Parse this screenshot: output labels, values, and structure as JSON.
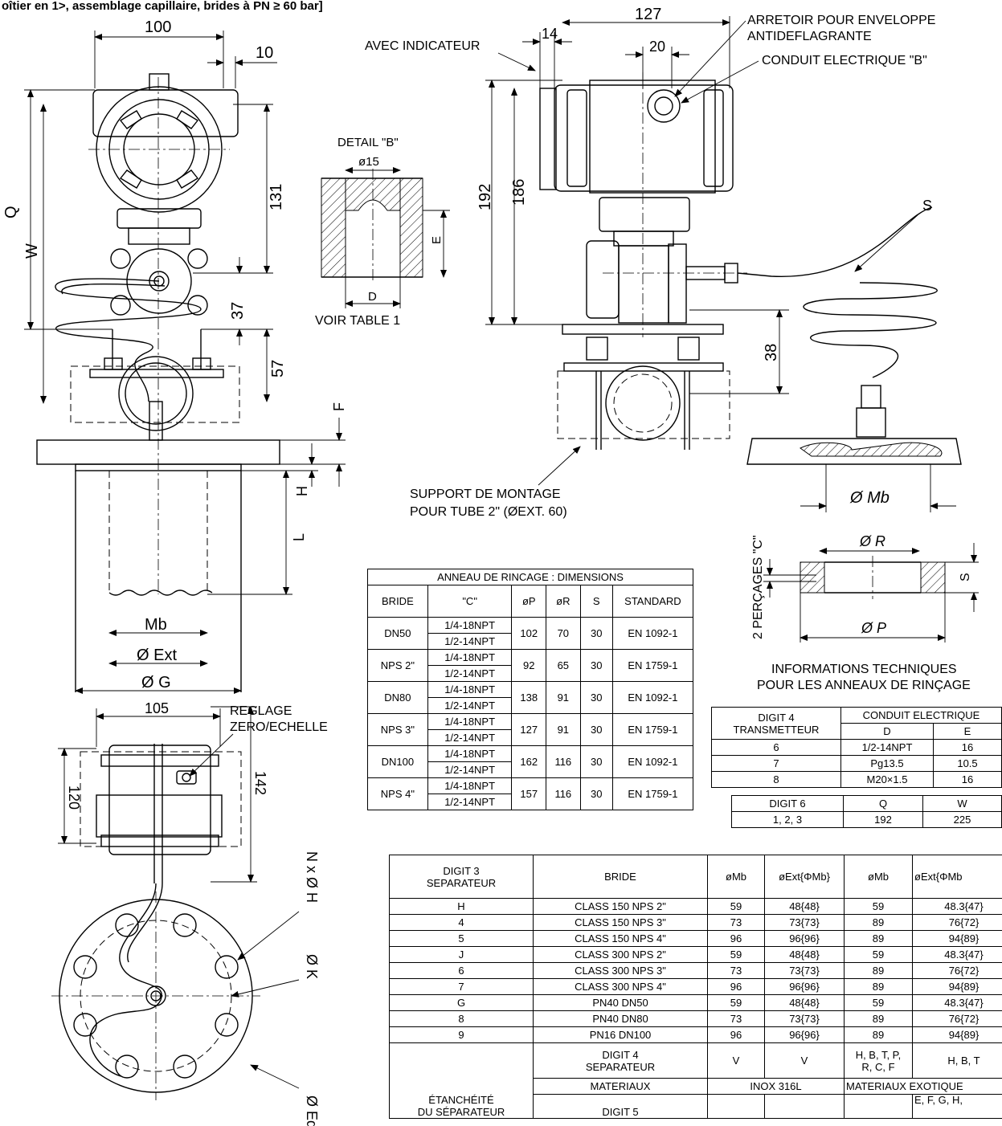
{
  "header": {
    "title": "oîtier en 1>, assemblage capillaire, brides à PN ≥ 60 bar]"
  },
  "dims_left": {
    "d100": "100",
    "d10": "10",
    "d131": "131",
    "d37": "37",
    "d57": "57",
    "Q": "Q",
    "W": "W",
    "F": "F",
    "H": "H",
    "L": "L",
    "Mb": "Mb",
    "Ext": "Ø Ext",
    "G": "Ø G"
  },
  "dims_center": {
    "avec_indicateur": "AVEC INDICATEUR",
    "d14": "14",
    "d127": "127",
    "d20": "20",
    "d192": "192",
    "d186": "186",
    "d38": "38",
    "S": "S",
    "PhiMb": "Ø Mb"
  },
  "callouts": {
    "arretoir_1": "ARRETOIR POUR ENVELOPPE",
    "arretoir_2": "ANTIDEFLAGRANTE",
    "conduit": "CONDUIT ELECTRIQUE \"B\"",
    "support_1": "SUPPORT DE MONTAGE",
    "support_2": "POUR TUBE 2\" (ØEXT. 60)",
    "reglage_1": "REGLAGE",
    "reglage_2": "ZERO/ECHELLE"
  },
  "detail": {
    "title": "DETAIL \"B\"",
    "d15": "ø15",
    "E": "E",
    "D": "D",
    "voir": "VOIR TABLE 1"
  },
  "ring": {
    "perc": "2 PERÇAGES \"C\"",
    "R": "Ø R",
    "P": "Ø P",
    "S": "S",
    "info_1": "INFORMATIONS TECHNIQUES",
    "info_2": "POUR LES ANNEAUX DE RINÇAGE"
  },
  "dims_bottom": {
    "d105": "105",
    "d120": "120",
    "d142": "142",
    "NxH": "N x Ø H",
    "K": "Ø K",
    "Ed": "Ø Ed"
  },
  "rinsing_table": {
    "title": "ANNEAU DE RINCAGE : DIMENSIONS",
    "headers": [
      "BRIDE",
      "\"C\"",
      "øP",
      "øR",
      "S",
      "STANDARD"
    ],
    "rows": [
      {
        "bride": "DN50",
        "c1": "1/4-18NPT",
        "c2": "1/2-14NPT",
        "p": "102",
        "r": "70",
        "s": "30",
        "std": "EN 1092-1"
      },
      {
        "bride": "NPS 2\"",
        "c1": "1/4-18NPT",
        "c2": "1/2-14NPT",
        "p": "92",
        "r": "65",
        "s": "30",
        "std": "EN 1759-1"
      },
      {
        "bride": "DN80",
        "c1": "1/4-18NPT",
        "c2": "1/2-14NPT",
        "p": "138",
        "r": "91",
        "s": "30",
        "std": "EN 1092-1"
      },
      {
        "bride": "NPS 3\"",
        "c1": "1/4-18NPT",
        "c2": "1/2-14NPT",
        "p": "127",
        "r": "91",
        "s": "30",
        "std": "EN 1759-1"
      },
      {
        "bride": "DN100",
        "c1": "1/4-18NPT",
        "c2": "1/2-14NPT",
        "p": "162",
        "r": "116",
        "s": "30",
        "std": "EN 1092-1"
      },
      {
        "bride": "NPS 4\"",
        "c1": "1/4-18NPT",
        "c2": "1/2-14NPT",
        "p": "157",
        "r": "116",
        "s": "30",
        "std": "EN 1759-1"
      }
    ]
  },
  "conduit_table": {
    "h_digit_1": "DIGIT 4",
    "h_digit_2": "TRANSMETTEUR",
    "h_conduit": "CONDUIT ELECTRIQUE",
    "h_d": "D",
    "h_e": "E",
    "rows": [
      {
        "digit": "6",
        "d": "1/2-14NPT",
        "e": "16"
      },
      {
        "digit": "7",
        "d": "Pg13.5",
        "e": "10.5"
      },
      {
        "digit": "8",
        "d": "M20×1.5",
        "e": "16"
      }
    ]
  },
  "qw_table": {
    "h_digit": "DIGIT 6",
    "h_q": "Q",
    "h_w": "W",
    "digit": "1, 2, 3",
    "q": "192",
    "w": "225"
  },
  "sep_table": {
    "h_digit_1": "DIGIT 3",
    "h_digit_2": "SEPARATEUR",
    "h_bride": "BRIDE",
    "h_mb1": "øMb",
    "h_ext1": "øExt{ΦMb}",
    "h_mb2": "øMb",
    "h_ext2": "øExt{ΦMb",
    "rows": [
      {
        "d": "H",
        "b": "CLASS 150 NPS 2\"",
        "m1": "59",
        "e1": "48{48}",
        "m2": "59",
        "e2": "48.3{47}"
      },
      {
        "d": "4",
        "b": "CLASS 150 NPS 3\"",
        "m1": "73",
        "e1": "73{73}",
        "m2": "89",
        "e2": "76{72}"
      },
      {
        "d": "5",
        "b": "CLASS 150 NPS 4\"",
        "m1": "96",
        "e1": "96{96}",
        "m2": "89",
        "e2": "94{89}"
      },
      {
        "d": "J",
        "b": "CLASS 300 NPS 2\"",
        "m1": "59",
        "e1": "48{48}",
        "m2": "59",
        "e2": "48.3{47}"
      },
      {
        "d": "6",
        "b": "CLASS 300 NPS 3\"",
        "m1": "73",
        "e1": "73{73}",
        "m2": "89",
        "e2": "76{72}"
      },
      {
        "d": "7",
        "b": "CLASS 300 NPS 4\"",
        "m1": "96",
        "e1": "96{96}",
        "m2": "89",
        "e2": "94{89}"
      },
      {
        "d": "G",
        "b": "PN40 DN50",
        "m1": "59",
        "e1": "48{48}",
        "m2": "59",
        "e2": "48.3{47}"
      },
      {
        "d": "8",
        "b": "PN40 DN80",
        "m1": "73",
        "e1": "73{73}",
        "m2": "89",
        "e2": "76{72}"
      },
      {
        "d": "9",
        "b": "PN16 DN100",
        "m1": "96",
        "e1": "96{96}",
        "m2": "89",
        "e2": "94{89}"
      }
    ],
    "sep4_1": "DIGIT 4",
    "sep4_2": "SEPARATEUR",
    "v1": "V",
    "v2": "V",
    "exo_1": "H, B, T, P,",
    "exo_2": "R, C, F",
    "exo_3": "H, B, T",
    "mat": "MATERIAUX",
    "inox": "INOX 316L",
    "mat_exo": "MATERIAUX EXOTIQUE",
    "etanch_1": "ÉTANCHÉITÉ",
    "etanch_2": "DU SÉPARATEUR",
    "digit5": "DIGIT 5",
    "last": "E, F, G, H,"
  }
}
